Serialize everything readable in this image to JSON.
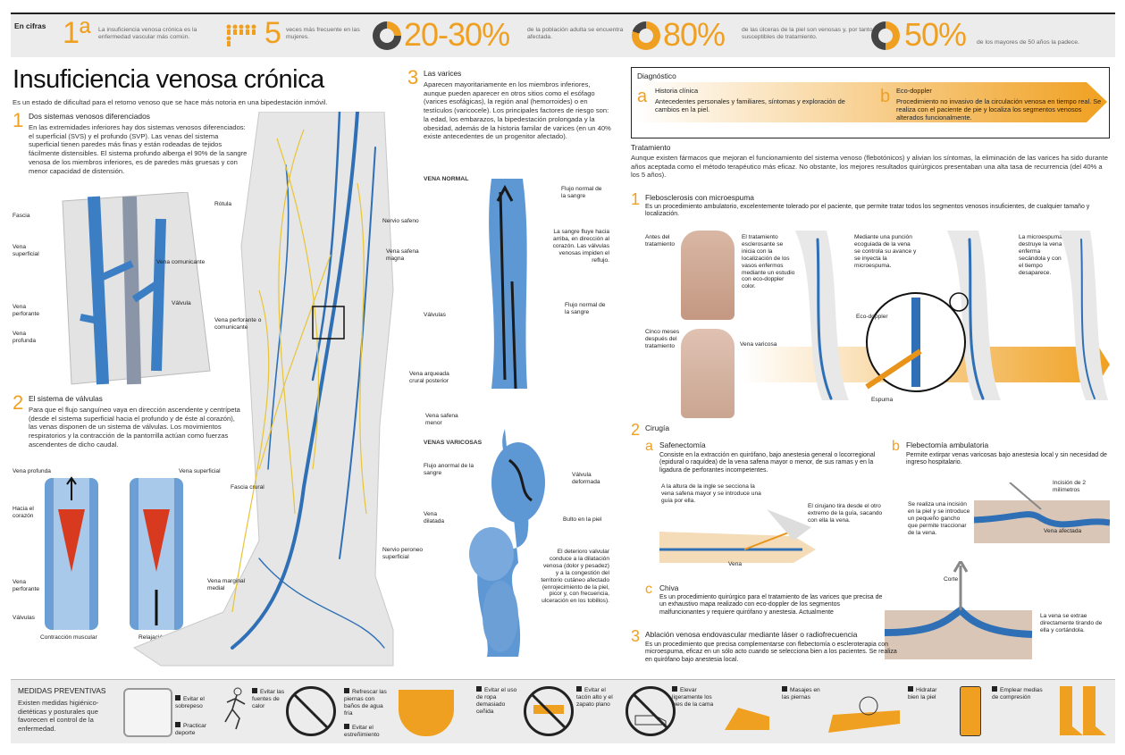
{
  "topbar": {
    "label": "En cifras",
    "stats": [
      {
        "value": "1ª",
        "text": "La insuficiencia venosa crónica es la enfermedad vascular más común."
      },
      {
        "value": "5",
        "text": "veces más frecuente en las mujeres."
      },
      {
        "value": "20-30%",
        "text": "de la población adulta se encuentra afectada."
      },
      {
        "value": "80%",
        "text": "de las úlceras de la piel son venosas y, por tanto, susceptibles de tratamiento."
      },
      {
        "value": "50%",
        "text": "de los mayores de 50 años la padece."
      }
    ]
  },
  "title": "Insuficiencia venosa crónica",
  "intro": "Es un estado de dificultad para el retorno venoso que se hace más notoria en una bipedestación inmóvil.",
  "section1": {
    "num": "1",
    "title": "Dos sistemas venosos diferenciados",
    "text": "En las extremidades inferiores hay dos sistemas venosos diferenciados: el superficial (SVS) y el profundo (SVP). Las venas del sistema superficial tienen paredes más finas y están rodeadas de tejidos fácilmente distensibles. El sistema profundo alberga el 90% de la sangre venosa de los miembros inferiores, es de paredes más gruesas y con menor capacidad de distensión.",
    "labels": {
      "fascia": "Fascia",
      "superficial": "Vena superficial",
      "comunicante": "Vena comunicante",
      "valvula": "Válvula",
      "perforante": "Vena perforante",
      "profunda": "Vena profunda"
    }
  },
  "section2": {
    "num": "2",
    "title": "El sistema de válvulas",
    "text": "Para que el flujo sanguíneo vaya en dirección ascendente y centrípeta (desde el sistema superficial hacia el profundo y de éste al corazón), las venas disponen de un sistema de válvulas. Los movimientos respiratorios y la contracción de la pantorrilla actúan como fuerzas ascendentes de dicho caudal.",
    "labels": {
      "profunda": "Vena profunda",
      "superficial": "Vena superficial",
      "corazon": "Hacia el corazón",
      "perforante": "Vena perforante",
      "valvulas": "Válvulas",
      "contraccion": "Contracción muscular",
      "relajacion": "Relajación"
    }
  },
  "leg": {
    "labels": {
      "rotula": "Rótula",
      "nervio_safeno": "Nervio safeno",
      "safena_magna": "Vena safena magna",
      "perforante": "Vena perforante o comunicante",
      "arqueada": "Vena arqueada crural posterior",
      "safena_menor": "Vena safena menor",
      "fascia_crural": "Fascia crural",
      "peroneo": "Nervio peroneo superficial",
      "marginal": "Vena marginal medial"
    }
  },
  "section3": {
    "num": "3",
    "title": "Las varices",
    "text": "Aparecen mayoritariamente en los miembros inferiores, aunque pueden aparecer en otros sitios como el esófago (varices esofágicas), la región anal (hemorroides) o en testículos (varicocele). Los principales factores de riesgo son: la edad, los embarazos, la bipedestación prolongada y la obesidad, además de la historia familar de varices (en un 40% existe antecedentes de un progenitor afectado).",
    "normal_title": "VENA NORMAL",
    "normal_labels": {
      "flujo": "Flujo normal de la sangre",
      "fluye": "La sangre fluye hacia arriba, en dirección al corazón. Las válvulas venosas impiden el reflujo.",
      "valvulas": "Válvulas",
      "flujo2": "Flujo normal de la sangre"
    },
    "varicose_title": "VENAS VARICOSAS",
    "varicose_labels": {
      "anormal": "Flujo anormal de la sangre",
      "deformada": "Válvula deformada",
      "dilatada": "Vena dilatada",
      "bulto": "Bulto en la piel",
      "deterioro": "El deterioro valvular conduce a la dilatación venosa (dolor y pesadez) y a la congestión del territorio cutáneo afectado (enrojecimiento de la piel, picor y, con frecuencia, ulceración en los tobillos)."
    }
  },
  "diagnostico": {
    "title": "Diagnóstico",
    "a_title": "Historia clínica",
    "a_text": "Antecedentes personales y familiares, síntomas y exploración de cambios en la piel.",
    "b_title": "Eco-doppler",
    "b_text": "Procedimiento no invasivo de la circulación venosa en tiempo real. Se realiza con el paciente de pie y localiza los segmentos venosos alterados funcionalmente."
  },
  "tratamiento": {
    "title": "Tratamiento",
    "text": "Aunque existen fármacos que mejoran el funcionamiento del sistema venoso (flebotónicos) y alivian los síntomas, la eliminación de las varices ha sido durante años aceptada como el método terapéutico más eficaz. No obstante, los mejores resultados quirúrgicos presentaban una alta tasa de recurrencia (del 40% a los 5 años).",
    "t1_title": "Flebosclerosis con microespuma",
    "t1_text": "Es un procedimiento ambulatorio, excelentemente tolerado por el paciente, que permite tratar todos los segmentos venosos insuficientes, de cualquier tamaño y localización.",
    "t1_labels": {
      "antes": "Antes del tratamiento",
      "despues": "Cinco meses después del tratamiento",
      "esclerosante": "El tratamiento esclerosante se inicia con la localización de los vasos enfermos mediante un estudio con eco-doppler color.",
      "puncion": "Mediante una punción ecoguiada de la vena se controla su avance y se inyecta la microespuma.",
      "microespuma": "La microespuma destruye la vena enferma secándola y con el tiempo desaparece.",
      "ecodoppler": "Eco-doppler",
      "varicosa": "Vena varicosa",
      "espuma": "Espuma"
    },
    "t2_title": "Cirugía",
    "safenectomia_title": "Safenectomía",
    "safenectomia_text": "Consiste en la extracción en quirófano, bajo anestesia general o locorregional (epidural o raquídea) de la vena safena mayor o menor, de sus ramas y en la ligadura de perforantes incompetentes.",
    "saf_labels": {
      "ingle": "A la altura de la ingle se secciona la vena safena mayor y se introduce una guía por ella.",
      "tira": "El cirujano tira desde el otro extremo de la guía, sacando con ella la vena.",
      "vena": "Vena"
    },
    "flebectomia_title": "Flebectomía ambulatoria",
    "flebectomia_text": "Permite extirpar venas varicosas bajo anestesia local y sin necesidad de ingreso hospitalario.",
    "fleb_labels": {
      "incision": "Incisión de 2 milímetros",
      "gancho": "Se realiza una incisión en la piel y se introduce un pequeño gancho que permite traccionar de la vena.",
      "afectada": "Vena afectada",
      "corte": "Corte",
      "extrae": "La vena se extrae directamente tirando de ella y cortándola."
    },
    "chiva_title": "Chiva",
    "chiva_text": "Es un procedimiento quirúrgico para el tratamiento de las varices que precisa de un exhaustivo mapa realizado con eco-doppler de los segmentos malfuncionantes y requiere quirófano y anestesia. Actualmente",
    "t3_title": "Ablación venosa endovascular mediante láser o radiofrecuencia",
    "t3_text": "Es un procedimiento que precisa complementarse con flebectomía o escleroterapia con microespuma, eficaz en un sólo acto cuando se selecciona bien a los pacientes. Se realiza en quirófano bajo anestesia local."
  },
  "medidas": {
    "title": "MEDIDAS PREVENTIVAS",
    "text": "Existen medidas higiénico-dietéticas y posturales que favorecen el control de la enfermedad.",
    "items": [
      "Evitar el sobrepeso",
      "Practicar deporte",
      "Evitar las fuentes de calor",
      "Refrescar las piernas con baños de agua fría",
      "Evitar el estreñimiento",
      "Evitar el uso de ropa demasiado ceñida",
      "Evitar el tacón alto y el zapato plano",
      "Elevar ligeramente los pies de la cama",
      "Masajes en las piernas",
      "Hidratar bien la piel",
      "Emplear medias de compresión"
    ]
  }
}
